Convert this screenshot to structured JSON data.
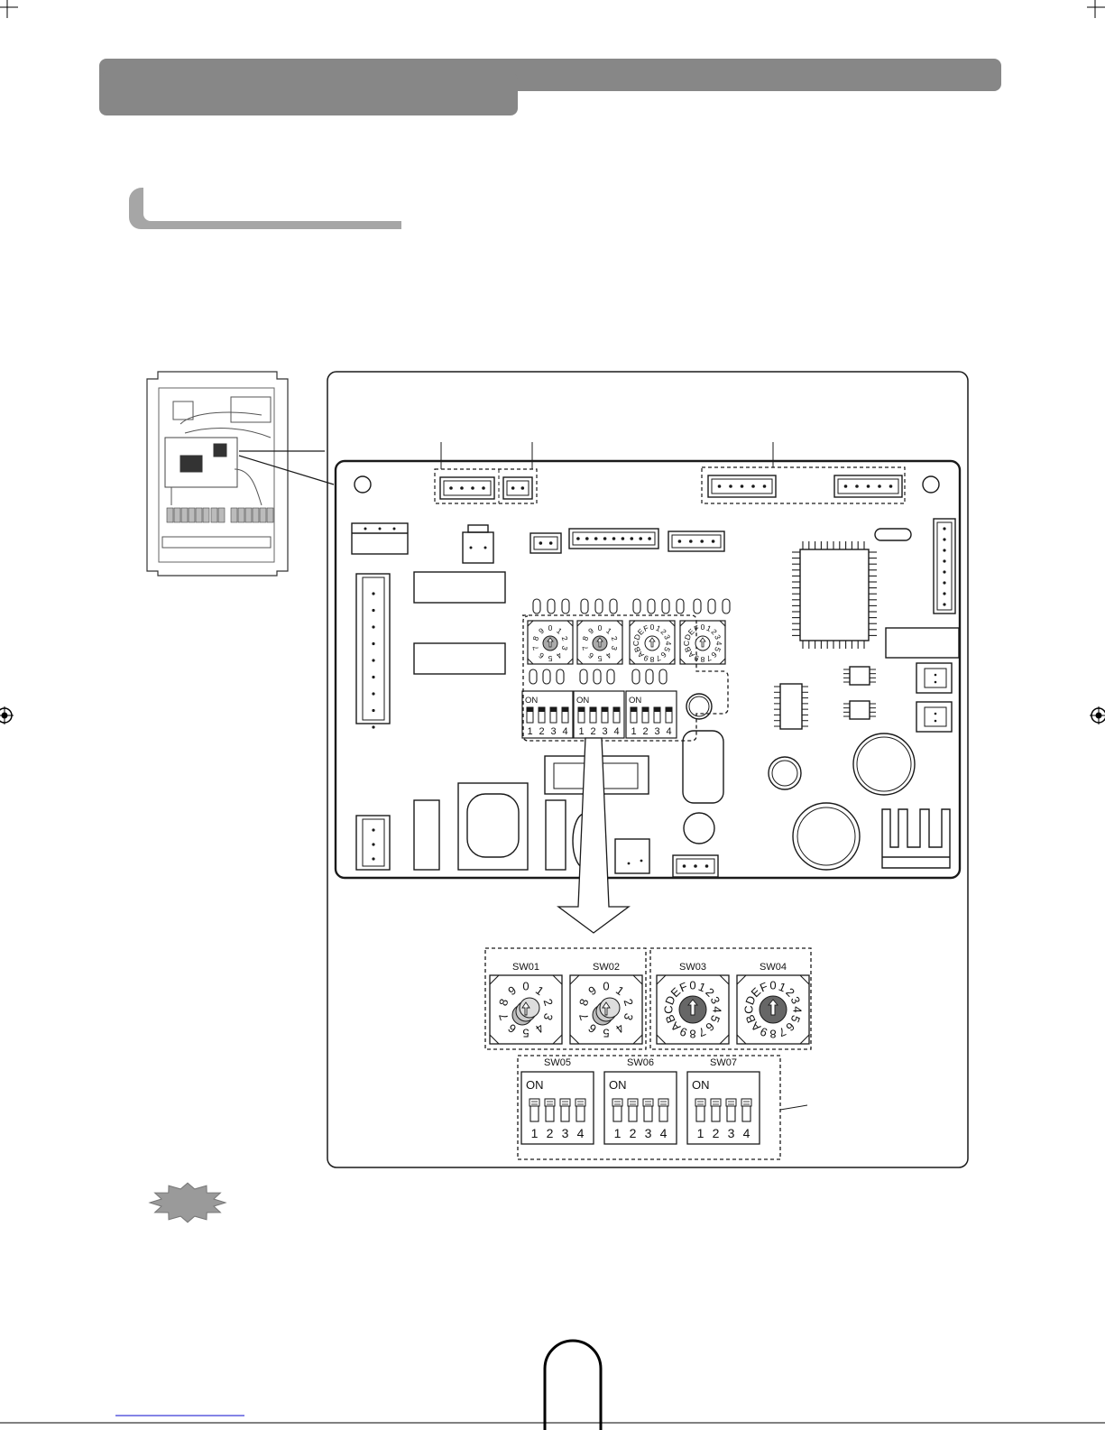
{
  "switch_labels": {
    "sw01": "SW01",
    "sw02": "SW02",
    "sw03": "SW03",
    "sw04": "SW04",
    "sw05": "SW05",
    "sw06": "SW06",
    "sw07": "SW07"
  },
  "dip": {
    "on_label": "ON",
    "pins": [
      "1",
      "2",
      "3",
      "4"
    ]
  },
  "rotary_decimal_digits": [
    "0",
    "1",
    "2",
    "3",
    "4",
    "5",
    "6",
    "7",
    "8",
    "9"
  ],
  "rotary_hex_digits": [
    "0",
    "1",
    "2",
    "3",
    "4",
    "5",
    "6",
    "7",
    "8",
    "9",
    "A",
    "B",
    "C",
    "D",
    "E",
    "F"
  ],
  "colors": {
    "header_bar": "#878787",
    "section_tab": "#a6a6a6",
    "line": "#1a1a1a",
    "note_badge": "#9a9a9a",
    "footer_link": "#3b3bd6"
  }
}
